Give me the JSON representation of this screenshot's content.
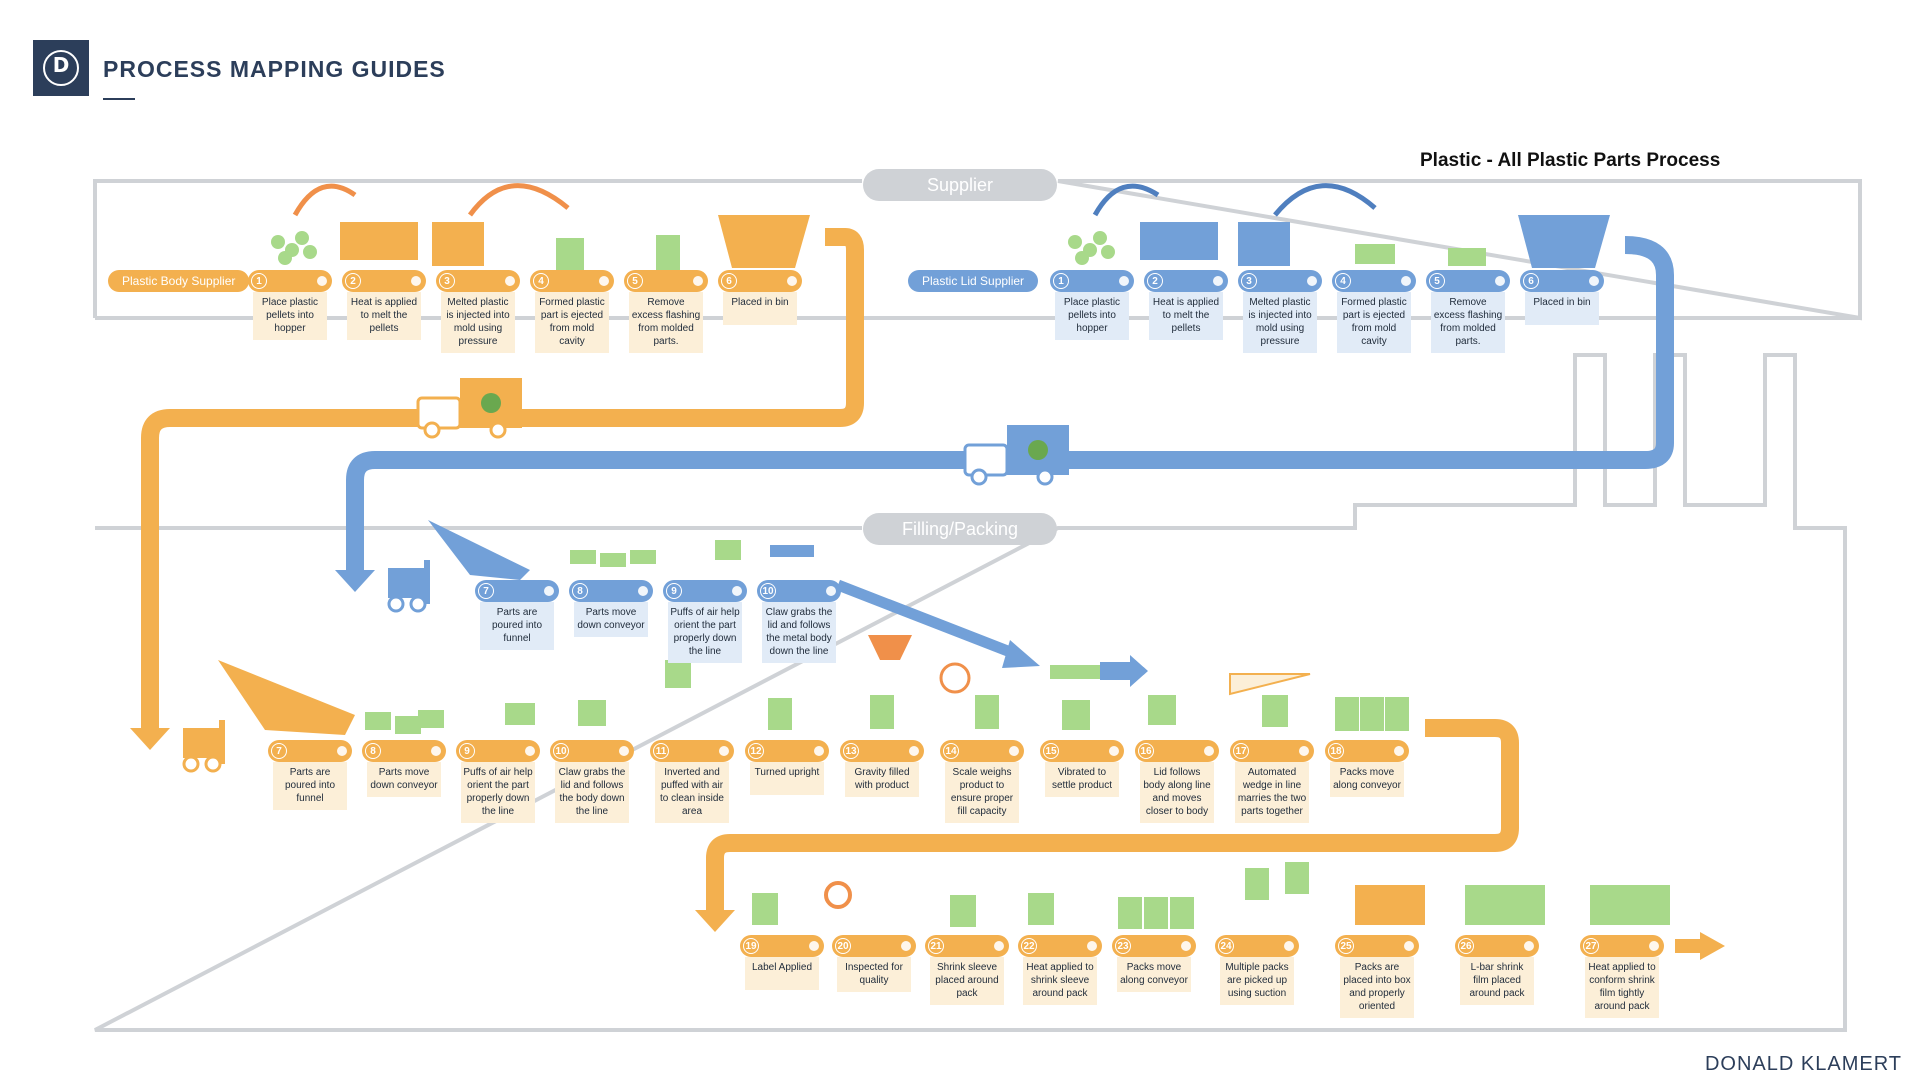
{
  "header": {
    "title": "PROCESS MAPPING GUIDES",
    "logo_letter": "D"
  },
  "diagram": {
    "title": "Plastic - All Plastic Parts Process",
    "author": "DONALD KLAMERT",
    "zones": {
      "supplier": "Supplier",
      "filling": "Filling/Packing"
    },
    "suppliers": {
      "body": "Plastic Body Supplier",
      "lid": "Plastic Lid Supplier"
    },
    "colors": {
      "orange": "#f3b04f",
      "blue": "#72a0d8",
      "green": "#8fcf6a",
      "frame": "#cfd2d6",
      "navy": "#2c3e5a"
    },
    "body_supplier_steps": [
      {
        "num": "1",
        "label": "Place plastic pellets into hopper"
      },
      {
        "num": "2",
        "label": "Heat is applied to melt the pellets"
      },
      {
        "num": "3",
        "label": "Melted plastic is injected into mold using pressure"
      },
      {
        "num": "4",
        "label": "Formed plastic part is ejected from mold cavity"
      },
      {
        "num": "5",
        "label": "Remove excess flashing from molded parts."
      },
      {
        "num": "6",
        "label": "Placed in bin"
      }
    ],
    "lid_supplier_steps": [
      {
        "num": "1",
        "label": "Place plastic pellets into hopper"
      },
      {
        "num": "2",
        "label": "Heat is applied to melt the pellets"
      },
      {
        "num": "3",
        "label": "Melted plastic is injected into mold using pressure"
      },
      {
        "num": "4",
        "label": "Formed plastic part is ejected from mold cavity"
      },
      {
        "num": "5",
        "label": "Remove excess flashing from molded parts."
      },
      {
        "num": "6",
        "label": "Placed in bin"
      }
    ],
    "lid_line_steps": [
      {
        "num": "7",
        "label": "Parts are poured into funnel"
      },
      {
        "num": "8",
        "label": "Parts move down conveyor"
      },
      {
        "num": "9",
        "label": "Puffs of air help orient the part properly down the line"
      },
      {
        "num": "10",
        "label": "Claw grabs the lid and follows the metal body down the line"
      }
    ],
    "body_line_steps": [
      {
        "num": "7",
        "label": "Parts are poured into funnel"
      },
      {
        "num": "8",
        "label": "Parts move down conveyor"
      },
      {
        "num": "9",
        "label": "Puffs of air help orient the part properly down the line"
      },
      {
        "num": "10",
        "label": "Claw grabs the lid and follows the body down the line"
      },
      {
        "num": "11",
        "label": "Inverted and puffed with air to clean inside area"
      },
      {
        "num": "12",
        "label": "Turned upright"
      },
      {
        "num": "13",
        "label": "Gravity filled with product"
      },
      {
        "num": "14",
        "label": "Scale weighs product to ensure proper fill capacity"
      },
      {
        "num": "15",
        "label": "Vibrated to settle product"
      },
      {
        "num": "16",
        "label": "Lid follows body along line and moves closer to body"
      },
      {
        "num": "17",
        "label": "Automated wedge in line marries the two parts together"
      },
      {
        "num": "18",
        "label": "Packs move along conveyor"
      }
    ],
    "packing_steps": [
      {
        "num": "19",
        "label": "Label Applied"
      },
      {
        "num": "20",
        "label": "Inspected for quality"
      },
      {
        "num": "21",
        "label": "Shrink sleeve placed around pack"
      },
      {
        "num": "22",
        "label": "Heat applied to shrink sleeve around pack"
      },
      {
        "num": "23",
        "label": "Packs move along conveyor"
      },
      {
        "num": "24",
        "label": "Multiple packs are picked up using suction"
      },
      {
        "num": "25",
        "label": "Packs are placed into box and properly oriented"
      },
      {
        "num": "26",
        "label": "L-bar shrink film placed around pack"
      },
      {
        "num": "27",
        "label": "Heat applied to conform shrink film tightly around pack"
      }
    ]
  }
}
